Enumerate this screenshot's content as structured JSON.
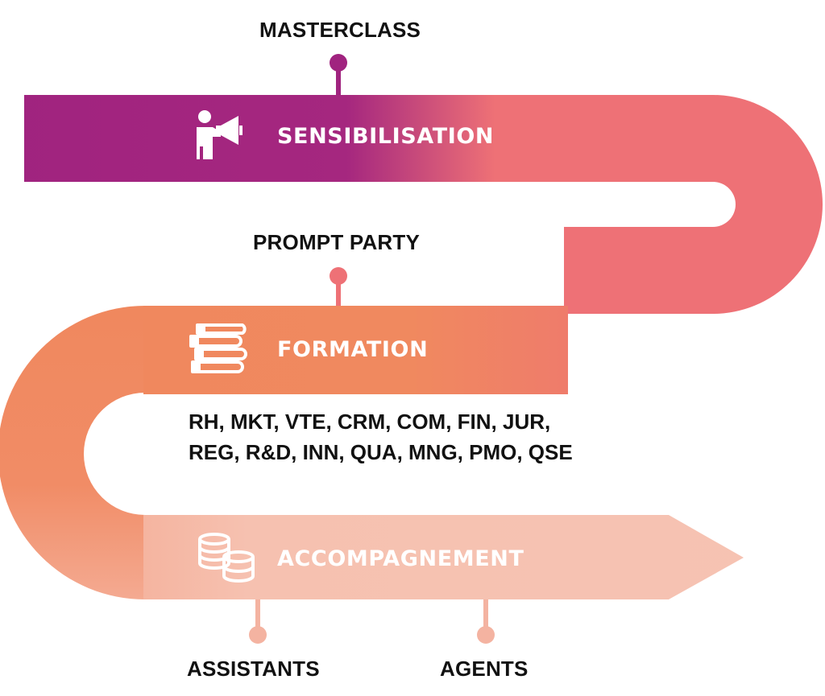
{
  "stages": {
    "sensibilisation": {
      "title": "SENSIBILISATION",
      "milestone": "MASTERCLASS",
      "icon": "megaphone-person-icon"
    },
    "formation": {
      "title": "FORMATION",
      "milestone": "PROMPT PARTY",
      "icon": "stacked-books-icon",
      "domains_line1": "RH, MKT, VTE, CRM, COM, FIN, JUR,",
      "domains_line2": "REG, R&D, INN, QUA, MNG, PMO, QSE"
    },
    "accompagnement": {
      "title": "ACCOMPAGNEMENT",
      "icon": "coin-stacks-icon",
      "outputs": [
        "ASSISTANTS",
        "AGENTS"
      ]
    }
  },
  "colors": {
    "purple": "#a0237f",
    "coral": "#ee7176",
    "orange": "#f0885e",
    "peach": "#f6c1b0",
    "text": "#111111"
  }
}
